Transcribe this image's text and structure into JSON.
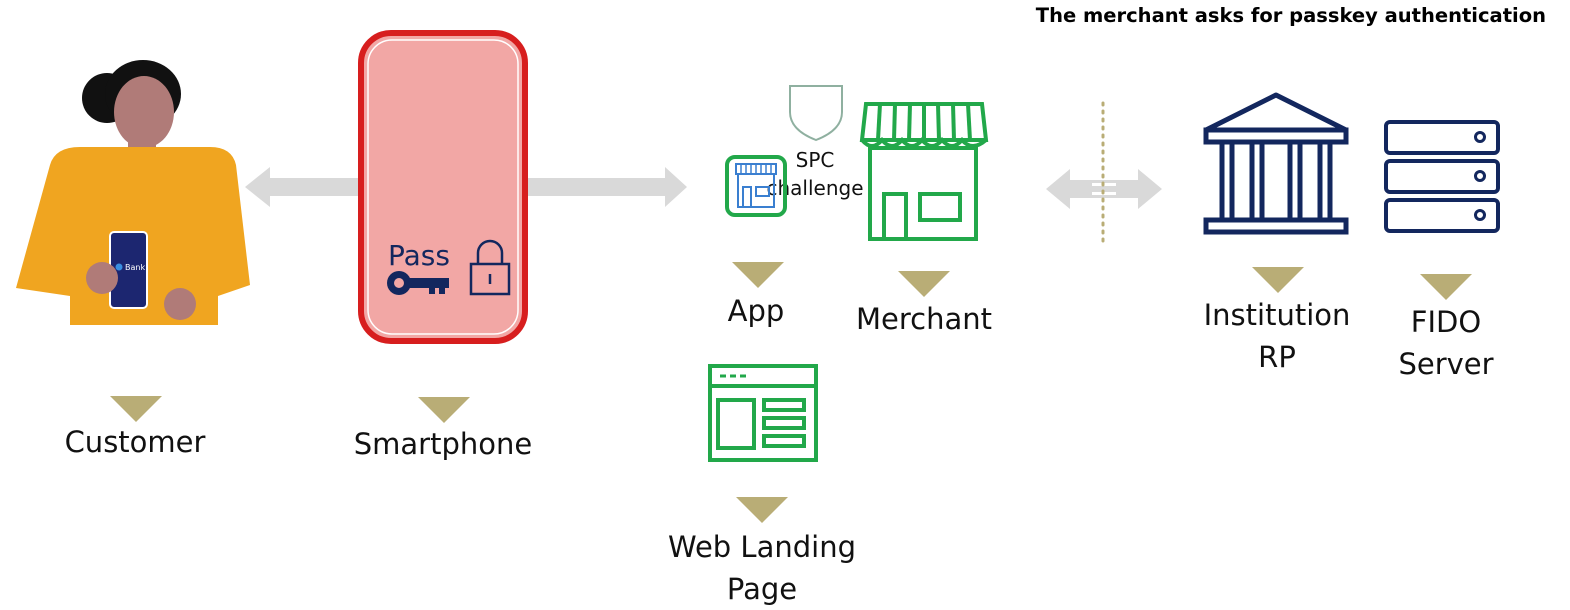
{
  "title": "The merchant asks for passkey authentication",
  "nodes": {
    "customer": "Customer",
    "smartphone": "Smartphone",
    "app": "App",
    "merchant": "Merchant",
    "web_landing_line1": "Web Landing",
    "web_landing_line2": "Page",
    "institution_line1": "Institution",
    "institution_line2": "RP",
    "fido_line1": "FIDO",
    "fido_line2": "Server"
  },
  "smartphone_screen": {
    "pass_text": "Pass"
  },
  "customer_phone": {
    "bank_text": "Bank"
  },
  "spc": {
    "line1": "SPC",
    "line2": "challenge"
  },
  "colors": {
    "marker": "#b9ad76",
    "merchant_green": "#22a84a",
    "institution_navy": "#13275e",
    "phone_red": "#d71e1e",
    "phone_fill": "#f2a7a5",
    "arrow_gray": "#d9d9d9",
    "customer_shirt": "#f0a520"
  },
  "icons": [
    "customer-figure",
    "smartphone-icon",
    "key-icon",
    "padlock-icon",
    "shield-icon",
    "app-store-icon",
    "merchant-store-icon",
    "web-page-icon",
    "bank-building-icon",
    "server-icon"
  ]
}
